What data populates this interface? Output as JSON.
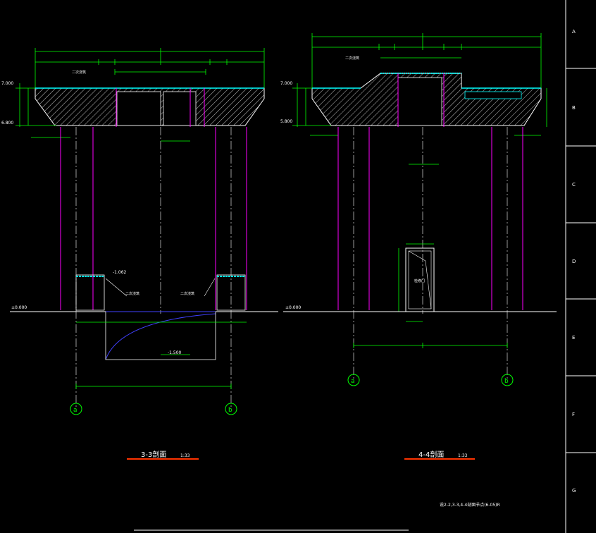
{
  "sections": {
    "left": {
      "title": "3-3剖面",
      "scale": "1:33",
      "elev_top": "7.000",
      "elev_mid": "6.800",
      "elev_pit": "-1.062",
      "elev_ground": "±0.000",
      "pit_depth": "-1.500",
      "axis_a": "a",
      "axis_b": "b",
      "note_left": "二次浇筑",
      "note_pit_left": "二次浇筑",
      "note_pit_right": "二次浇筑"
    },
    "right": {
      "title": "4-4剖面",
      "scale": "1:33",
      "elev_top": "7.000",
      "elev_mid": "5.800",
      "elev_ground": "±0.000",
      "axis_a": "a",
      "axis_b": "b",
      "note_top": "二次浇筑",
      "door_label": "检修门"
    }
  },
  "frame": {
    "row_labels": [
      "A",
      "B",
      "C",
      "D",
      "E",
      "F",
      "G"
    ],
    "footer_note": "说2-2,3-3,4-4剖面节点(6-05)R"
  },
  "colors": {
    "background": "#000000",
    "dimension": "#00ff00",
    "outline": "#ffffff",
    "column": "#ff00ff",
    "hatch": "#00ffff",
    "title_underline": "#ff3300"
  }
}
